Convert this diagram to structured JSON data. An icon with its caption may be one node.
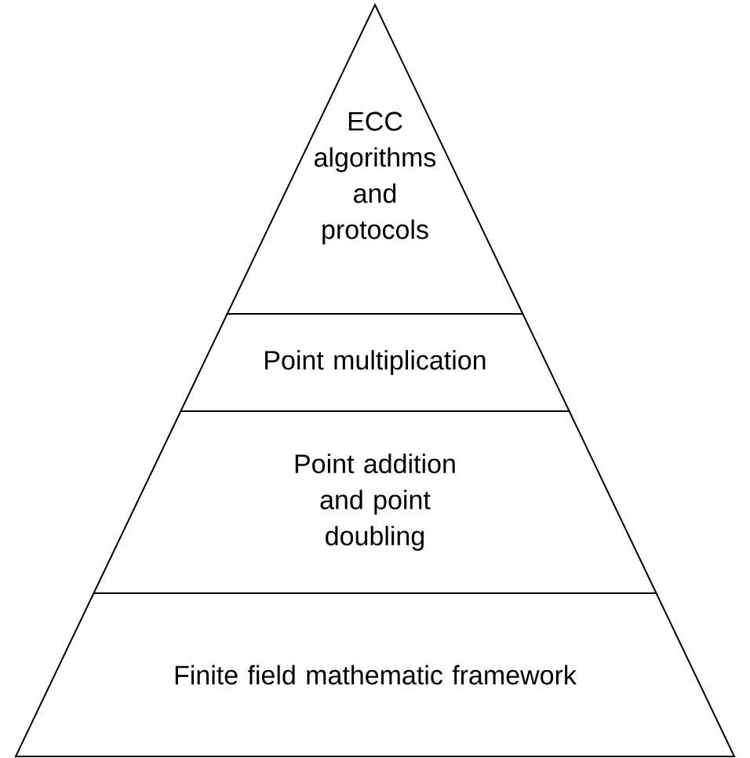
{
  "diagram": {
    "nodes": [
      {
        "text": [
          "ECC algorithms and protocols"
        ]
      },
      {
        "text": [
          "Point multiplication"
        ]
      },
      {
        "text": [
          "Point addition and point doubling"
        ]
      },
      {
        "text": [
          "Finite field mathematic framework"
        ]
      }
    ]
  }
}
